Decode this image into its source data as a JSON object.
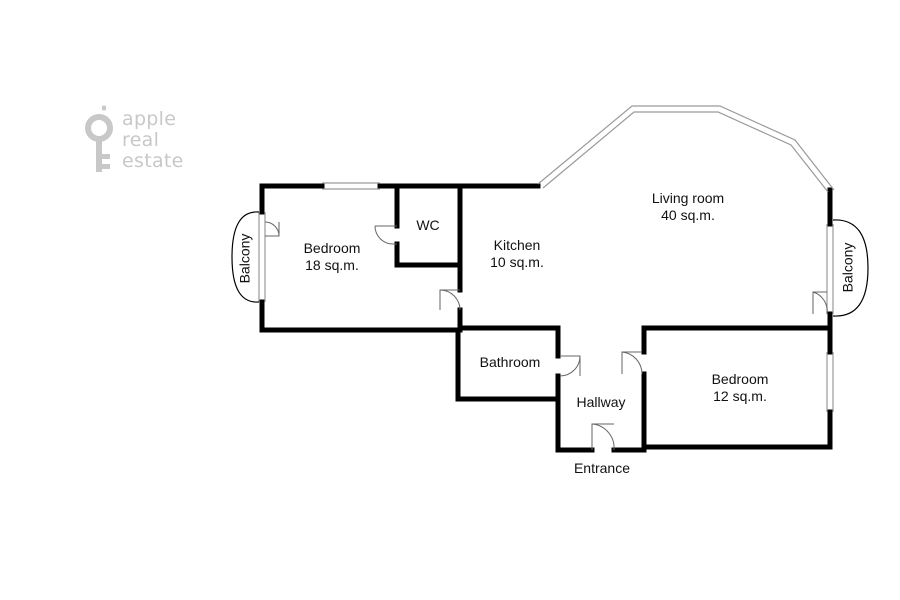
{
  "logo": {
    "line1": "apple",
    "line2": "real",
    "line3": "estate"
  },
  "rooms": {
    "bedroom_left": {
      "name": "Bedroom",
      "area": "18 sq.m."
    },
    "wc": {
      "name": "WC"
    },
    "kitchen": {
      "name": "Kitchen",
      "area": "10 sq.m."
    },
    "living_room": {
      "name": "Living room",
      "area": "40 sq.m."
    },
    "bathroom": {
      "name": "Bathroom"
    },
    "hallway": {
      "name": "Hallway"
    },
    "bedroom_right": {
      "name": "Bedroom",
      "area": "12 sq.m."
    },
    "balcony_left": {
      "name": "Balcony"
    },
    "balcony_right": {
      "name": "Balcony"
    },
    "entrance": {
      "name": "Entrance"
    }
  },
  "colors": {
    "wall": "#000000",
    "window": "#9a9a9a",
    "logo": "#c8c8c8"
  }
}
